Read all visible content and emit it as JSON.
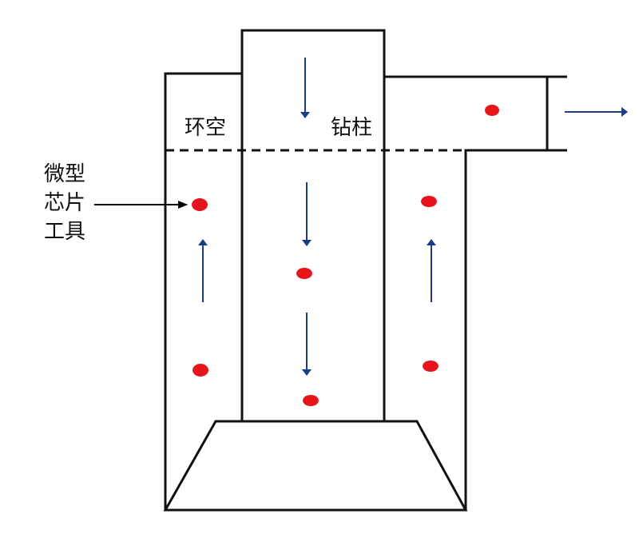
{
  "labels": {
    "annulus": "环空",
    "drill_string": "钻柱",
    "micro_chip_tool": [
      "微型",
      "芯片",
      "工具"
    ]
  },
  "colors": {
    "outline": "#111111",
    "flow_arrow": "#1a3a8a",
    "chip": "#e8141c",
    "pointer": "#000000"
  },
  "icons": {
    "chip": "red-ellipse",
    "flow": "arrow"
  }
}
